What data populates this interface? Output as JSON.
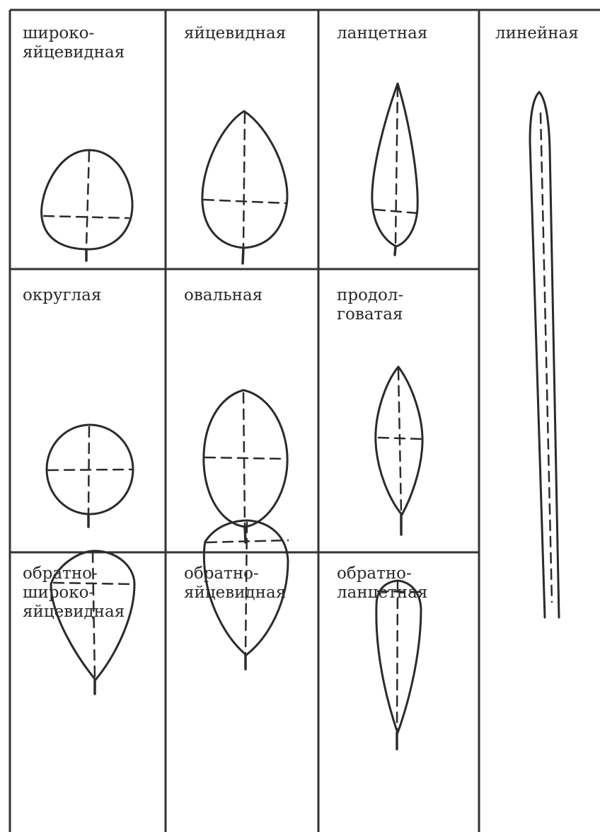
{
  "cells": {
    "broad_ovate": "широко-\nяйцевидная",
    "ovate": "яйцевидная",
    "lanceolate": "ланцетная",
    "linear": "линейная",
    "round": "округлая",
    "oval": "овальная",
    "oblong": "продол-\nговатая",
    "broad_obovate": "обратно-\nшироко-\nяйцевидная",
    "obovate": "обратно-\nяйцевидная",
    "oblanceolate": "обратно-\nланцетная"
  }
}
